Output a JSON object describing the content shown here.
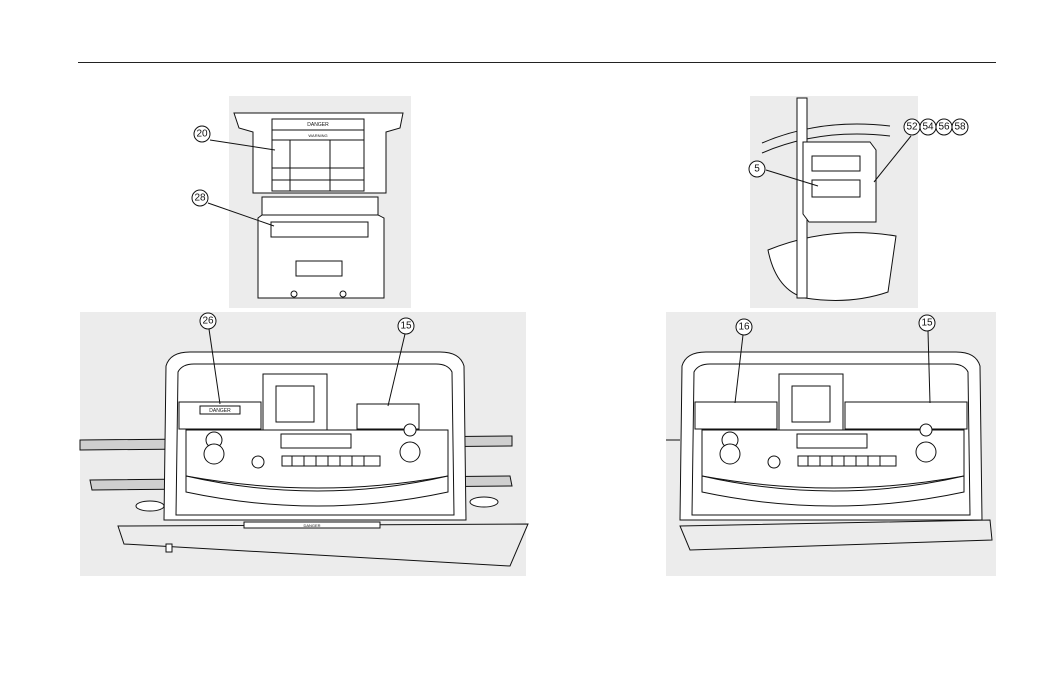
{
  "callouts": {
    "c20": "20",
    "c28": "28",
    "c5": "5",
    "c52": "52",
    "c54": "54",
    "c56": "56",
    "c58": "58",
    "c26": "26",
    "c15a": "15",
    "c16": "16",
    "c15b": "15"
  },
  "decal_label_text": {
    "top_decal_header": "DANGER",
    "top_decal_subheader": "WARNING",
    "panel_warning": "DANGER",
    "bottom_plate": "DANGER"
  },
  "colors": {
    "line": "#111111",
    "background_panel": "#ececec",
    "page": "#ffffff"
  }
}
